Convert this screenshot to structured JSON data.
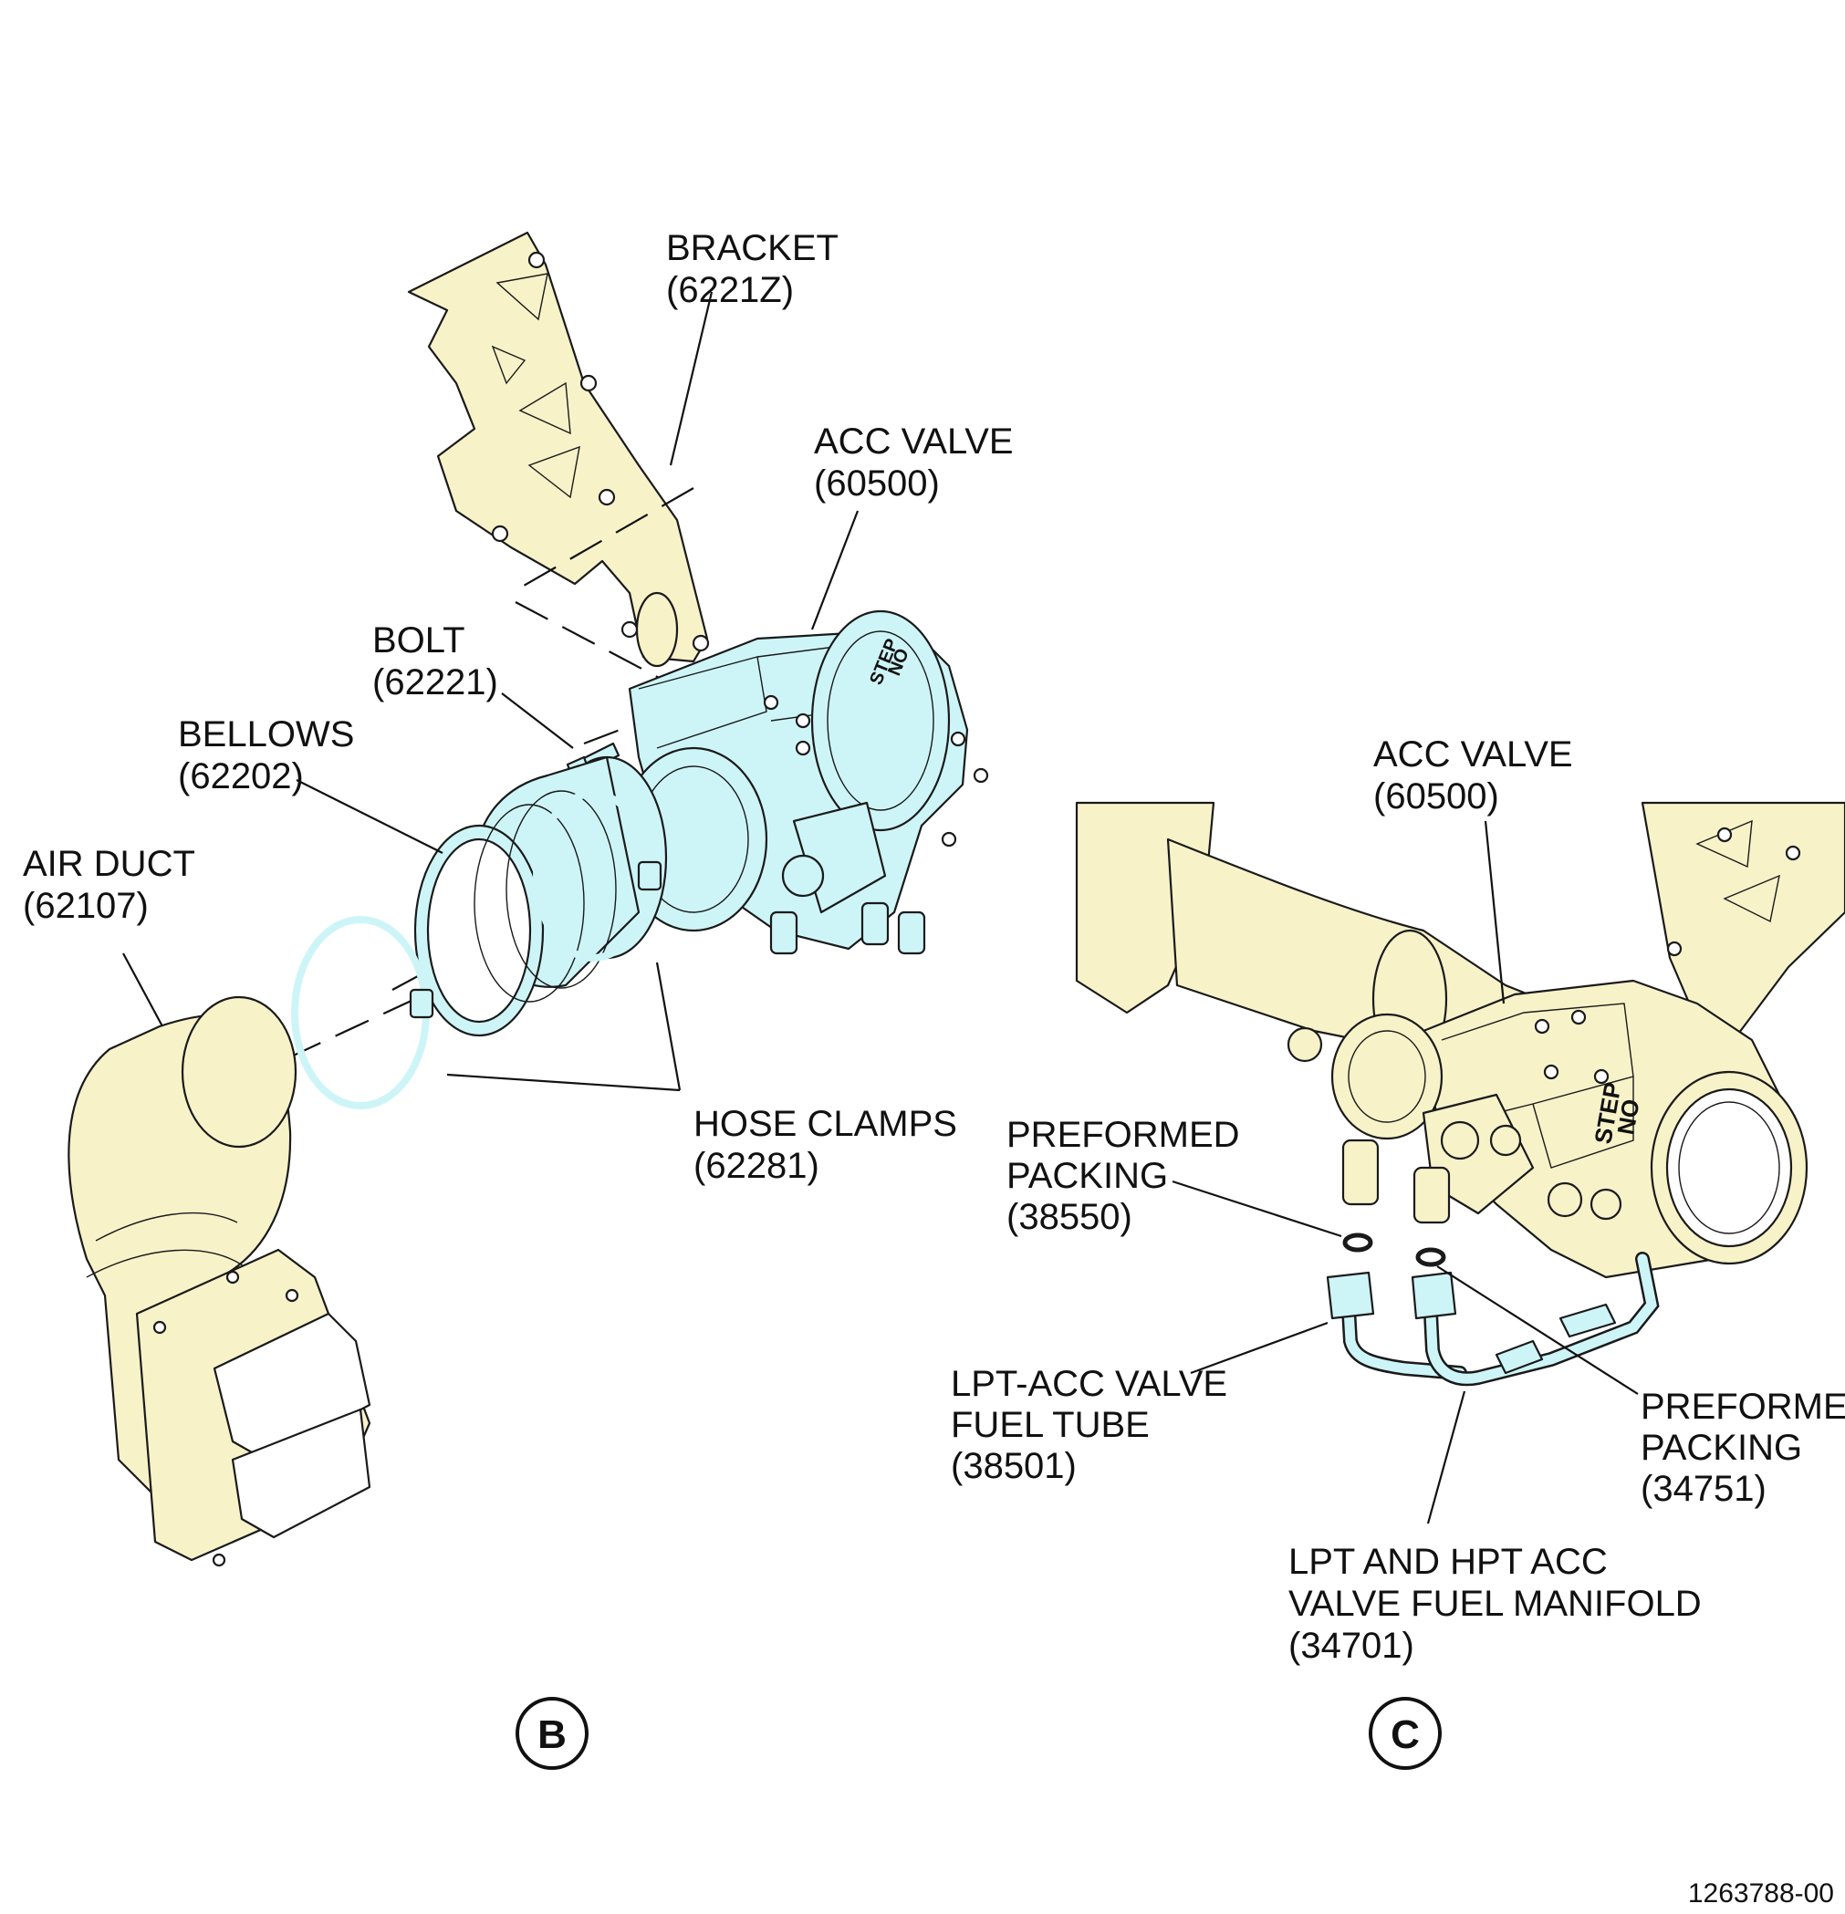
{
  "colors": {
    "part_yellow": "#f7f2c8",
    "part_cyan": "#cdf5f7",
    "line": "#1a1a1a",
    "background": "#ffffff"
  },
  "view_b": {
    "marker": "B",
    "labels": {
      "bracket": [
        "BRACKET",
        "(6221Z)"
      ],
      "acc_valve": [
        "ACC VALVE",
        "(60500)"
      ],
      "bolt": [
        "BOLT",
        "(62221)"
      ],
      "bellows": [
        "BELLOWS",
        "(62202)"
      ],
      "air_duct": [
        "AIR DUCT",
        "(62107)"
      ],
      "hose_clamps": [
        "HOSE CLAMPS",
        "(62281)"
      ]
    }
  },
  "view_c": {
    "marker": "C",
    "labels": {
      "acc_valve": [
        "ACC VALVE",
        "(60500)"
      ],
      "preformed_packing_1": [
        "PREFORMED",
        "PACKING",
        "(38550)"
      ],
      "fuel_tube": [
        "LPT-ACC VALVE",
        "FUEL TUBE",
        "(38501)"
      ],
      "preformed_packing_2": [
        "PREFORMED",
        "PACKING",
        "(34751)"
      ],
      "fuel_manifold": [
        "LPT AND HPT ACC",
        "VALVE FUEL MANIFOLD",
        "(34701)"
      ]
    }
  },
  "valve_markings": [
    "NO",
    "STEP"
  ],
  "figure_id": "1263788-00"
}
